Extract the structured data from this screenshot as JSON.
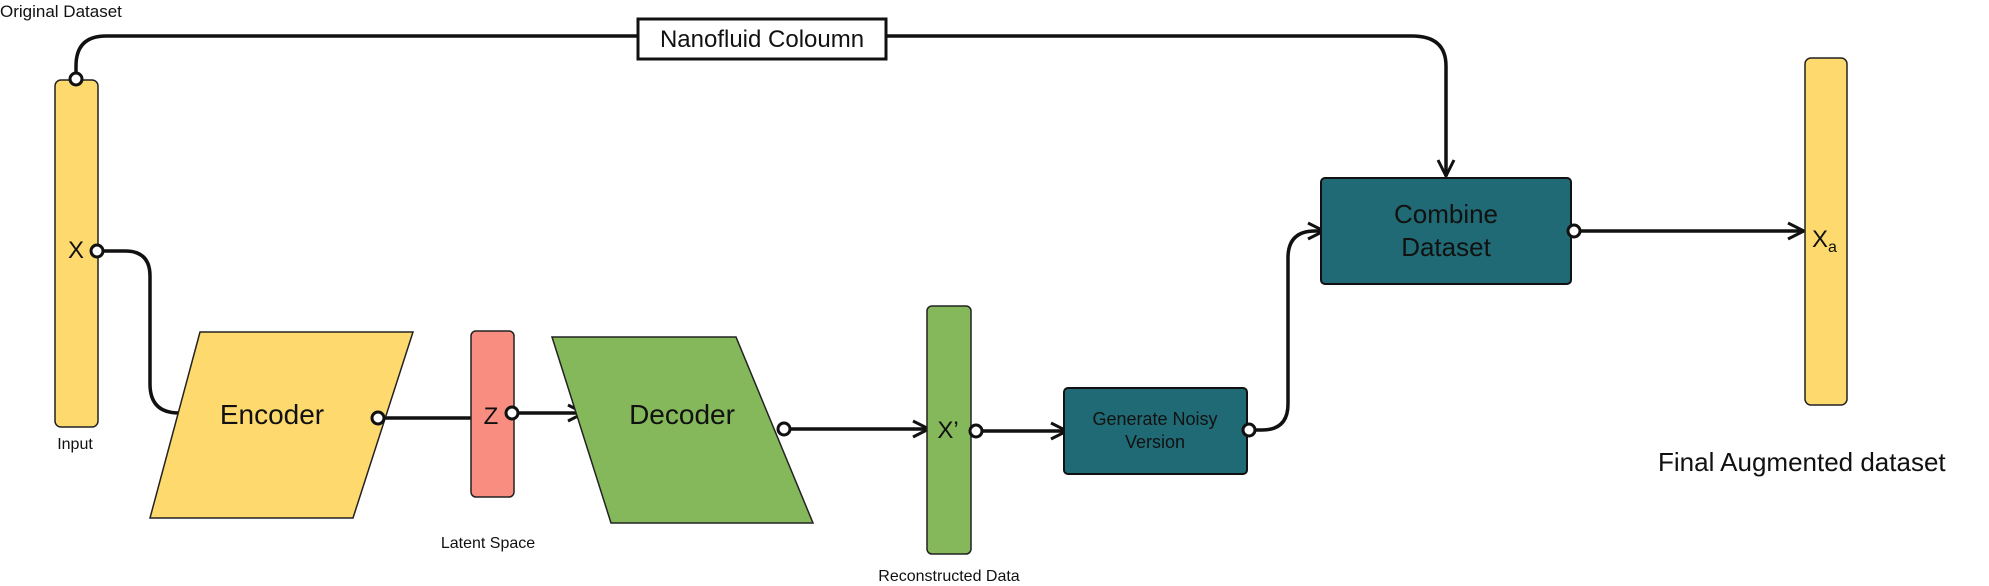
{
  "labels": {
    "original_dataset": "Original Dataset",
    "nanofluid_column": "Nanofluid Coloumn",
    "input": "Input",
    "x": "X",
    "encoder": "Encoder",
    "z": "Z",
    "latent_space": "Latent Space",
    "decoder": "Decoder",
    "x_prime": "X’",
    "reconstructed_data": "Reconstructed Data",
    "noisy_line1": "Generate Noisy",
    "noisy_line2": "Version",
    "combine_line1": "Combine",
    "combine_line2": "Dataset",
    "xa_main": "X",
    "xa_sub": "a",
    "final": "Final Augmented dataset"
  },
  "colors": {
    "yellow": "#FDD96E",
    "green": "#84B85A",
    "salmon": "#F98D80",
    "teal": "#1F6A74",
    "stroke": "#1a1a1a"
  }
}
